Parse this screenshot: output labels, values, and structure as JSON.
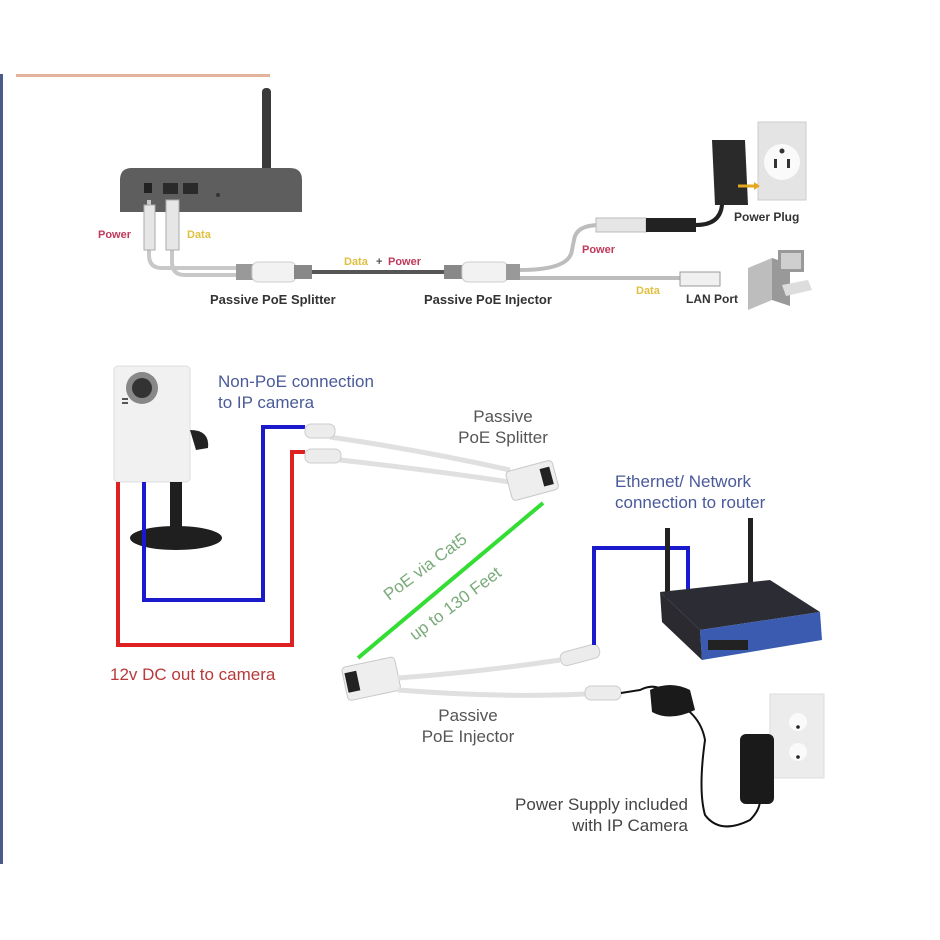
{
  "top_diagram": {
    "labels": {
      "power_left": "Power",
      "data_left": "Data",
      "data_plus": "Data",
      "plus": "+",
      "power_mid": "Power",
      "splitter": "Passive PoE Splitter",
      "injector": "Passive PoE Injector",
      "power_right": "Power",
      "power_plug": "Power Plug",
      "data_right": "Data",
      "lan_port": "LAN Port"
    }
  },
  "bottom_diagram": {
    "labels": {
      "non_poe_line1": "Non-PoE connection",
      "non_poe_line2": "to IP camera",
      "splitter_line1": "Passive",
      "splitter_line2": "PoE Splitter",
      "ethernet_line1": "Ethernet/ Network",
      "ethernet_line2": "connection to router",
      "poe_cat5": "PoE via Cat5",
      "up_to": "up to 130 Feet",
      "dc_out": "12v DC out to camera",
      "injector_line1": "Passive",
      "injector_line2": "PoE Injector",
      "psu_line1": "Power Supply included",
      "psu_line2": "with IP Camera"
    }
  },
  "colors": {
    "power_label": "#c0395a",
    "data_label": "#e0c040",
    "blue_cable": "#1a1acc",
    "red_cable": "#dd2020",
    "green_cable": "#33dd33",
    "label_blue": "#4a5a9a"
  }
}
